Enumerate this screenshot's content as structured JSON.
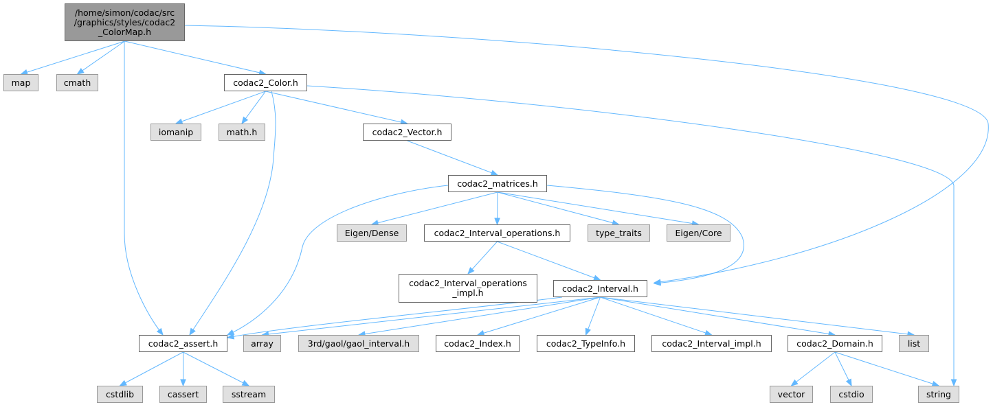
{
  "diagram": {
    "type": "include-dependency-graph",
    "colors": {
      "edge": "#63b8ff",
      "root_fill": "#999999",
      "external_fill": "#e0e0e0",
      "border": "#666666"
    },
    "nodes": {
      "root": "/home/simon/codac/src\n/graphics/styles/codac2\n_ColorMap.h",
      "map": "map",
      "cmath": "cmath",
      "color": "codac2_Color.h",
      "iomanip": "iomanip",
      "math_h": "math.h",
      "vector_h": "codac2_Vector.h",
      "matrices": "codac2_matrices.h",
      "eigen_dense": "Eigen/Dense",
      "interval_ops": "codac2_Interval_operations.h",
      "type_traits": "type_traits",
      "eigen_core": "Eigen/Core",
      "interval_ops_impl": "codac2_Interval_operations\n_impl.h",
      "interval": "codac2_Interval.h",
      "assert": "codac2_assert.h",
      "array": "array",
      "gaol": "3rd/gaol/gaol_interval.h",
      "index": "codac2_Index.h",
      "typeinfo": "codac2_TypeInfo.h",
      "interval_impl": "codac2_Interval_impl.h",
      "domain": "codac2_Domain.h",
      "list": "list",
      "cstdlib": "cstdlib",
      "cassert": "cassert",
      "sstream": "sstream",
      "vector": "vector",
      "cstdio": "cstdio",
      "string": "string"
    },
    "edges": [
      [
        "root",
        "map"
      ],
      [
        "root",
        "cmath"
      ],
      [
        "root",
        "color"
      ],
      [
        "root",
        "assert"
      ],
      [
        "root",
        "interval"
      ],
      [
        "color",
        "iomanip"
      ],
      [
        "color",
        "math_h"
      ],
      [
        "color",
        "vector_h"
      ],
      [
        "color",
        "assert"
      ],
      [
        "color",
        "string"
      ],
      [
        "vector_h",
        "matrices"
      ],
      [
        "matrices",
        "eigen_dense"
      ],
      [
        "matrices",
        "interval_ops"
      ],
      [
        "matrices",
        "type_traits"
      ],
      [
        "matrices",
        "eigen_core"
      ],
      [
        "matrices",
        "interval"
      ],
      [
        "matrices",
        "assert"
      ],
      [
        "interval_ops",
        "interval_ops_impl"
      ],
      [
        "interval_ops",
        "interval"
      ],
      [
        "interval",
        "assert"
      ],
      [
        "interval",
        "array"
      ],
      [
        "interval",
        "gaol"
      ],
      [
        "interval",
        "index"
      ],
      [
        "interval",
        "typeinfo"
      ],
      [
        "interval",
        "interval_impl"
      ],
      [
        "interval",
        "domain"
      ],
      [
        "interval",
        "list"
      ],
      [
        "assert",
        "cstdlib"
      ],
      [
        "assert",
        "cassert"
      ],
      [
        "assert",
        "sstream"
      ],
      [
        "domain",
        "vector"
      ],
      [
        "domain",
        "cstdio"
      ],
      [
        "domain",
        "string"
      ]
    ]
  }
}
